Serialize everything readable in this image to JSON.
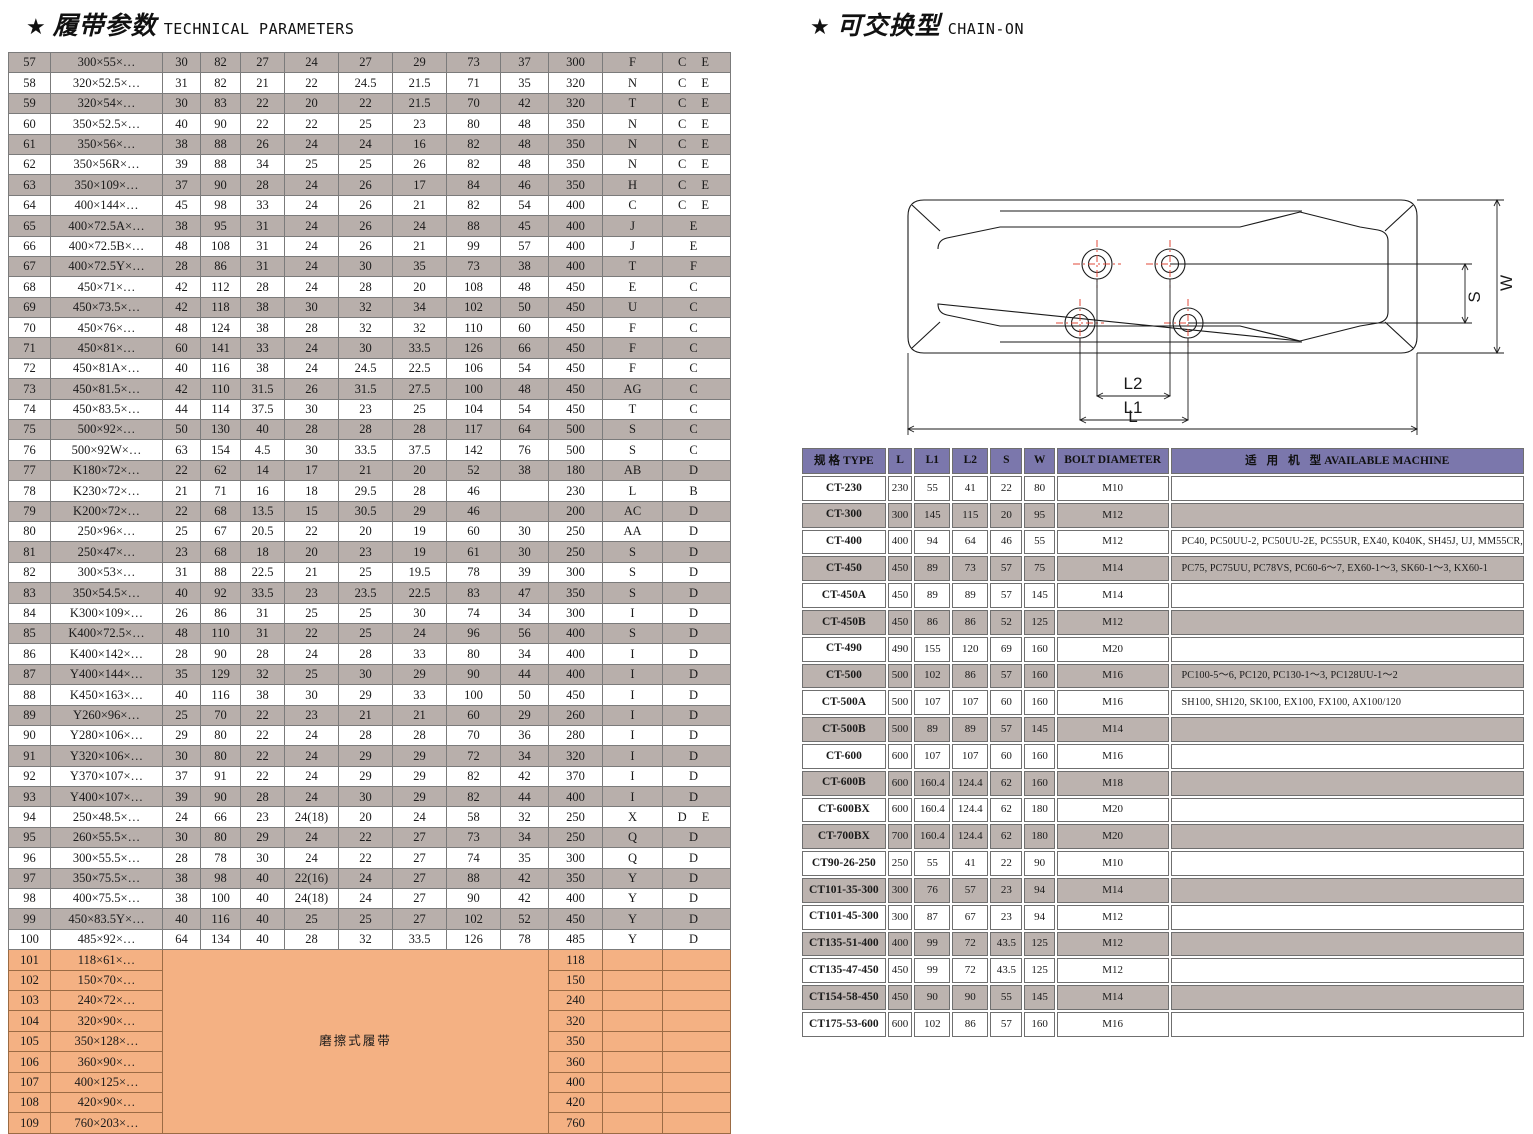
{
  "left": {
    "heading_cn": "履带参数",
    "heading_en": "TECHNICAL PARAMETERS",
    "star": "★",
    "merged_note": "磨擦式履带",
    "rows": [
      {
        "no": "57",
        "spec": "300×55×…",
        "c": [
          "30",
          "82",
          "27",
          "24",
          "27",
          "29",
          "73",
          "37",
          "300",
          "F",
          "C  E"
        ]
      },
      {
        "no": "58",
        "spec": "320×52.5×…",
        "c": [
          "31",
          "82",
          "21",
          "22",
          "24.5",
          "21.5",
          "71",
          "35",
          "320",
          "N",
          "C  E"
        ]
      },
      {
        "no": "59",
        "spec": "320×54×…",
        "c": [
          "30",
          "83",
          "22",
          "20",
          "22",
          "21.5",
          "70",
          "42",
          "320",
          "T",
          "C  E"
        ]
      },
      {
        "no": "60",
        "spec": "350×52.5×…",
        "c": [
          "40",
          "90",
          "22",
          "22",
          "25",
          "23",
          "80",
          "48",
          "350",
          "N",
          "C  E"
        ]
      },
      {
        "no": "61",
        "spec": "350×56×…",
        "c": [
          "38",
          "88",
          "26",
          "24",
          "24",
          "16",
          "82",
          "48",
          "350",
          "N",
          "C  E"
        ]
      },
      {
        "no": "62",
        "spec": "350×56R×…",
        "c": [
          "39",
          "88",
          "34",
          "25",
          "25",
          "26",
          "82",
          "48",
          "350",
          "N",
          "C  E"
        ]
      },
      {
        "no": "63",
        "spec": "350×109×…",
        "c": [
          "37",
          "90",
          "28",
          "24",
          "26",
          "17",
          "84",
          "46",
          "350",
          "H",
          "C  E"
        ]
      },
      {
        "no": "64",
        "spec": "400×144×…",
        "c": [
          "45",
          "98",
          "33",
          "24",
          "26",
          "21",
          "82",
          "54",
          "400",
          "C",
          "C  E"
        ]
      },
      {
        "no": "65",
        "spec": "400×72.5A×…",
        "c": [
          "38",
          "95",
          "31",
          "24",
          "26",
          "24",
          "88",
          "45",
          "400",
          "J",
          "E"
        ]
      },
      {
        "no": "66",
        "spec": "400×72.5B×…",
        "c": [
          "48",
          "108",
          "31",
          "24",
          "26",
          "21",
          "99",
          "57",
          "400",
          "J",
          "E"
        ]
      },
      {
        "no": "67",
        "spec": "400×72.5Y×…",
        "c": [
          "28",
          "86",
          "31",
          "24",
          "30",
          "35",
          "73",
          "38",
          "400",
          "T",
          "F"
        ]
      },
      {
        "no": "68",
        "spec": "450×71×…",
        "c": [
          "42",
          "112",
          "28",
          "24",
          "28",
          "20",
          "108",
          "48",
          "450",
          "E",
          "C"
        ]
      },
      {
        "no": "69",
        "spec": "450×73.5×…",
        "c": [
          "42",
          "118",
          "38",
          "30",
          "32",
          "34",
          "102",
          "50",
          "450",
          "U",
          "C"
        ]
      },
      {
        "no": "70",
        "spec": "450×76×…",
        "c": [
          "48",
          "124",
          "38",
          "28",
          "32",
          "32",
          "110",
          "60",
          "450",
          "F",
          "C"
        ]
      },
      {
        "no": "71",
        "spec": "450×81×…",
        "c": [
          "60",
          "141",
          "33",
          "24",
          "30",
          "33.5",
          "126",
          "66",
          "450",
          "F",
          "C"
        ]
      },
      {
        "no": "72",
        "spec": "450×81A×…",
        "c": [
          "40",
          "116",
          "38",
          "24",
          "24.5",
          "22.5",
          "106",
          "54",
          "450",
          "F",
          "C"
        ]
      },
      {
        "no": "73",
        "spec": "450×81.5×…",
        "c": [
          "42",
          "110",
          "31.5",
          "26",
          "31.5",
          "27.5",
          "100",
          "48",
          "450",
          "AG",
          "C"
        ]
      },
      {
        "no": "74",
        "spec": "450×83.5×…",
        "c": [
          "44",
          "114",
          "37.5",
          "30",
          "23",
          "25",
          "104",
          "54",
          "450",
          "T",
          "C"
        ]
      },
      {
        "no": "75",
        "spec": "500×92×…",
        "c": [
          "50",
          "130",
          "40",
          "28",
          "28",
          "28",
          "117",
          "64",
          "500",
          "S",
          "C"
        ]
      },
      {
        "no": "76",
        "spec": "500×92W×…",
        "c": [
          "63",
          "154",
          "4.5",
          "30",
          "33.5",
          "37.5",
          "142",
          "76",
          "500",
          "S",
          "C"
        ]
      },
      {
        "no": "77",
        "spec": "K180×72×…",
        "c": [
          "22",
          "62",
          "14",
          "17",
          "21",
          "20",
          "52",
          "38",
          "180",
          "AB",
          "D"
        ]
      },
      {
        "no": "78",
        "spec": "K230×72×…",
        "c": [
          "21",
          "71",
          "16",
          "18",
          "29.5",
          "28",
          "46",
          "",
          "230",
          "L",
          "B"
        ]
      },
      {
        "no": "79",
        "spec": "K200×72×…",
        "c": [
          "22",
          "68",
          "13.5",
          "15",
          "30.5",
          "29",
          "46",
          "",
          "200",
          "AC",
          "D"
        ]
      },
      {
        "no": "80",
        "spec": "250×96×…",
        "c": [
          "25",
          "67",
          "20.5",
          "22",
          "20",
          "19",
          "60",
          "30",
          "250",
          "AA",
          "D"
        ]
      },
      {
        "no": "81",
        "spec": "250×47×…",
        "c": [
          "23",
          "68",
          "18",
          "20",
          "23",
          "19",
          "61",
          "30",
          "250",
          "S",
          "D"
        ]
      },
      {
        "no": "82",
        "spec": "300×53×…",
        "c": [
          "31",
          "88",
          "22.5",
          "21",
          "25",
          "19.5",
          "78",
          "39",
          "300",
          "S",
          "D"
        ]
      },
      {
        "no": "83",
        "spec": "350×54.5×…",
        "c": [
          "40",
          "92",
          "33.5",
          "23",
          "23.5",
          "22.5",
          "83",
          "47",
          "350",
          "S",
          "D"
        ]
      },
      {
        "no": "84",
        "spec": "K300×109×…",
        "c": [
          "26",
          "86",
          "31",
          "25",
          "25",
          "30",
          "74",
          "34",
          "300",
          "I",
          "D"
        ]
      },
      {
        "no": "85",
        "spec": "K400×72.5×…",
        "c": [
          "48",
          "110",
          "31",
          "22",
          "25",
          "24",
          "96",
          "56",
          "400",
          "S",
          "D"
        ]
      },
      {
        "no": "86",
        "spec": "K400×142×…",
        "c": [
          "28",
          "90",
          "28",
          "24",
          "28",
          "33",
          "80",
          "34",
          "400",
          "I",
          "D"
        ]
      },
      {
        "no": "87",
        "spec": "Y400×144×…",
        "c": [
          "35",
          "129",
          "32",
          "25",
          "30",
          "29",
          "90",
          "44",
          "400",
          "I",
          "D"
        ]
      },
      {
        "no": "88",
        "spec": "K450×163×…",
        "c": [
          "40",
          "116",
          "38",
          "30",
          "29",
          "33",
          "100",
          "50",
          "450",
          "I",
          "D"
        ]
      },
      {
        "no": "89",
        "spec": "Y260×96×…",
        "c": [
          "25",
          "70",
          "22",
          "23",
          "21",
          "21",
          "60",
          "29",
          "260",
          "I",
          "D"
        ]
      },
      {
        "no": "90",
        "spec": "Y280×106×…",
        "c": [
          "29",
          "80",
          "22",
          "24",
          "28",
          "28",
          "70",
          "36",
          "280",
          "I",
          "D"
        ]
      },
      {
        "no": "91",
        "spec": "Y320×106×…",
        "c": [
          "30",
          "80",
          "22",
          "24",
          "29",
          "29",
          "72",
          "34",
          "320",
          "I",
          "D"
        ]
      },
      {
        "no": "92",
        "spec": "Y370×107×…",
        "c": [
          "37",
          "91",
          "22",
          "24",
          "29",
          "29",
          "82",
          "42",
          "370",
          "I",
          "D"
        ]
      },
      {
        "no": "93",
        "spec": "Y400×107×…",
        "c": [
          "39",
          "90",
          "28",
          "24",
          "30",
          "29",
          "82",
          "44",
          "400",
          "I",
          "D"
        ]
      },
      {
        "no": "94",
        "spec": "250×48.5×…",
        "c": [
          "24",
          "66",
          "23",
          "24(18)",
          "20",
          "24",
          "58",
          "32",
          "250",
          "X",
          "D E"
        ]
      },
      {
        "no": "95",
        "spec": "260×55.5×…",
        "c": [
          "30",
          "80",
          "29",
          "24",
          "22",
          "27",
          "73",
          "34",
          "250",
          "Q",
          "D"
        ]
      },
      {
        "no": "96",
        "spec": "300×55.5×…",
        "c": [
          "28",
          "78",
          "30",
          "24",
          "22",
          "27",
          "74",
          "35",
          "300",
          "Q",
          "D"
        ]
      },
      {
        "no": "97",
        "spec": "350×75.5×…",
        "c": [
          "38",
          "98",
          "40",
          "22(16)",
          "24",
          "27",
          "88",
          "42",
          "350",
          "Y",
          "D"
        ]
      },
      {
        "no": "98",
        "spec": "400×75.5×…",
        "c": [
          "38",
          "100",
          "40",
          "24(18)",
          "24",
          "27",
          "90",
          "42",
          "400",
          "Y",
          "D"
        ]
      },
      {
        "no": "99",
        "spec": "450×83.5Y×…",
        "c": [
          "40",
          "116",
          "40",
          "25",
          "25",
          "27",
          "102",
          "52",
          "450",
          "Y",
          "D"
        ]
      },
      {
        "no": "100",
        "spec": "485×92×…",
        "c": [
          "64",
          "134",
          "40",
          "28",
          "32",
          "33.5",
          "126",
          "78",
          "485",
          "Y",
          "D"
        ]
      }
    ],
    "peach_rows": [
      {
        "no": "101",
        "spec": "118×61×…",
        "width": "118"
      },
      {
        "no": "102",
        "spec": "150×70×…",
        "width": "150"
      },
      {
        "no": "103",
        "spec": "240×72×…",
        "width": "240"
      },
      {
        "no": "104",
        "spec": "320×90×…",
        "width": "320"
      },
      {
        "no": "105",
        "spec": "350×128×…",
        "width": "350"
      },
      {
        "no": "106",
        "spec": "360×90×…",
        "width": "360"
      },
      {
        "no": "107",
        "spec": "400×125×…",
        "width": "400"
      },
      {
        "no": "108",
        "spec": "420×90×…",
        "width": "420"
      },
      {
        "no": "109",
        "spec": "760×203×…",
        "width": "760"
      }
    ]
  },
  "right": {
    "heading_cn": "可交换型",
    "heading_en": "CHAIN-ON",
    "star": "★",
    "diagram": {
      "labels": {
        "L": "L",
        "L1": "L1",
        "L2": "L2",
        "S": "S",
        "W": "W"
      }
    },
    "table": {
      "headers": {
        "type_cn": "规格",
        "type_en": "TYPE",
        "l": "L",
        "l1": "L1",
        "l2": "L2",
        "s": "S",
        "w": "W",
        "bolt": "BOLT DIAMETER",
        "machine_cn": "适 用 机 型",
        "machine_en": "AVAILABLE MACHINE"
      },
      "rows": [
        {
          "type": "CT-230",
          "l": "230",
          "l1": "55",
          "l2": "41",
          "s": "22",
          "w": "80",
          "bolt": "M10",
          "machine": ""
        },
        {
          "type": "CT-300",
          "l": "300",
          "l1": "145",
          "l2": "115",
          "s": "20",
          "w": "95",
          "bolt": "M12",
          "machine": ""
        },
        {
          "type": "CT-400",
          "l": "400",
          "l1": "94",
          "l2": "64",
          "s": "46",
          "w": "55",
          "bolt": "M12",
          "machine": "PC40, PC50UU-2, PC50UU-2E, PC55UR, EX40, K040K, SH45J, UJ, MM55CR,"
        },
        {
          "type": "CT-450",
          "l": "450",
          "l1": "89",
          "l2": "73",
          "s": "57",
          "w": "75",
          "bolt": "M14",
          "machine": "PC75, PC75UU, PC78VS, PC60-6～7, EX60-1～3, SK60-1～3, KX60-1"
        },
        {
          "type": "CT-450A",
          "l": "450",
          "l1": "89",
          "l2": "89",
          "s": "57",
          "w": "145",
          "bolt": "M14",
          "machine": ""
        },
        {
          "type": "CT-450B",
          "l": "450",
          "l1": "86",
          "l2": "86",
          "s": "52",
          "w": "125",
          "bolt": "M12",
          "machine": ""
        },
        {
          "type": "CT-490",
          "l": "490",
          "l1": "155",
          "l2": "120",
          "s": "69",
          "w": "160",
          "bolt": "M20",
          "machine": ""
        },
        {
          "type": "CT-500",
          "l": "500",
          "l1": "102",
          "l2": "86",
          "s": "57",
          "w": "160",
          "bolt": "M16",
          "machine": "PC100-5～6, PC120, PC130-1～3, PC128UU-1～2"
        },
        {
          "type": "CT-500A",
          "l": "500",
          "l1": "107",
          "l2": "107",
          "s": "60",
          "w": "160",
          "bolt": "M16",
          "machine": "SH100, SH120, SK100, EX100, FX100, AX100/120"
        },
        {
          "type": "CT-500B",
          "l": "500",
          "l1": "89",
          "l2": "89",
          "s": "57",
          "w": "145",
          "bolt": "M14",
          "machine": ""
        },
        {
          "type": "CT-600",
          "l": "600",
          "l1": "107",
          "l2": "107",
          "s": "60",
          "w": "160",
          "bolt": "M16",
          "machine": ""
        },
        {
          "type": "CT-600B",
          "l": "600",
          "l1": "160.4",
          "l2": "124.4",
          "s": "62",
          "w": "160",
          "bolt": "M18",
          "machine": ""
        },
        {
          "type": "CT-600BX",
          "l": "600",
          "l1": "160.4",
          "l2": "124.4",
          "s": "62",
          "w": "180",
          "bolt": "M20",
          "machine": ""
        },
        {
          "type": "CT-700BX",
          "l": "700",
          "l1": "160.4",
          "l2": "124.4",
          "s": "62",
          "w": "180",
          "bolt": "M20",
          "machine": ""
        },
        {
          "type": "CT90-26-250",
          "l": "250",
          "l1": "55",
          "l2": "41",
          "s": "22",
          "w": "90",
          "bolt": "M10",
          "machine": ""
        },
        {
          "type": "CT101-35-300",
          "l": "300",
          "l1": "76",
          "l2": "57",
          "s": "23",
          "w": "94",
          "bolt": "M14",
          "machine": ""
        },
        {
          "type": "CT101-45-300",
          "l": "300",
          "l1": "87",
          "l2": "67",
          "s": "23",
          "w": "94",
          "bolt": "M12",
          "machine": ""
        },
        {
          "type": "CT135-51-400",
          "l": "400",
          "l1": "99",
          "l2": "72",
          "s": "43.5",
          "w": "125",
          "bolt": "M12",
          "machine": ""
        },
        {
          "type": "CT135-47-450",
          "l": "450",
          "l1": "99",
          "l2": "72",
          "s": "43.5",
          "w": "125",
          "bolt": "M12",
          "machine": ""
        },
        {
          "type": "CT154-58-450",
          "l": "450",
          "l1": "90",
          "l2": "90",
          "s": "55",
          "w": "145",
          "bolt": "M14",
          "machine": ""
        },
        {
          "type": "CT175-53-600",
          "l": "600",
          "l1": "102",
          "l2": "86",
          "s": "57",
          "w": "160",
          "bolt": "M16",
          "machine": ""
        }
      ]
    }
  },
  "colors": {
    "row_alt_left": "#b8afab",
    "row_alt_right": "#bcb3af",
    "peach": "#f4b183",
    "header_purple": "#7b77ac",
    "border": "#7b7b7b",
    "diagram_line": "#1a1a1a",
    "diagram_center": "#e04a3a"
  }
}
